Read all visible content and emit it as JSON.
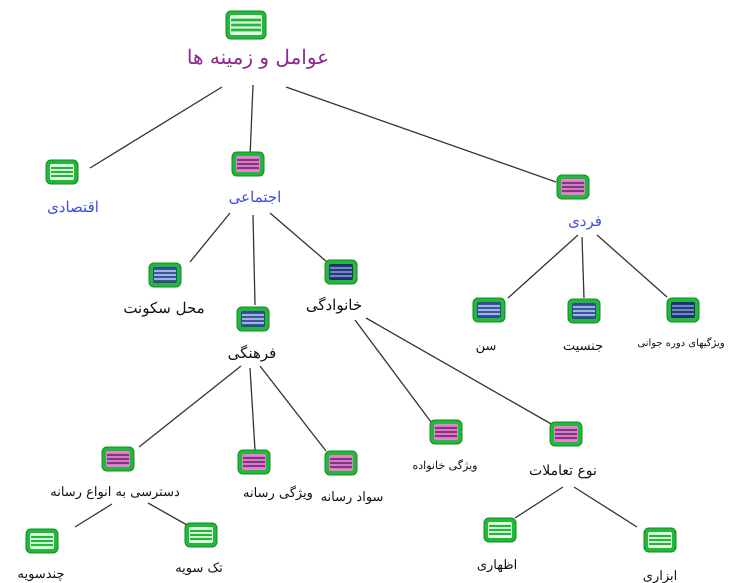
{
  "root": {
    "id": "root",
    "label": "عوامل و زمینه ها",
    "kind": "root"
  },
  "nodes": [
    {
      "id": "n-eqtesadi",
      "label": "اقتصادی",
      "kind": "blue"
    },
    {
      "id": "n-ejtemaei",
      "label": "اجتماعی",
      "kind": "blue"
    },
    {
      "id": "n-fardi",
      "label": "فردی",
      "kind": "blue"
    },
    {
      "id": "n-mahal",
      "label": "محل سکونت",
      "kind": "dark"
    },
    {
      "id": "n-khanevadegi",
      "label": "خانوادگی",
      "kind": "dark"
    },
    {
      "id": "n-farhangi",
      "label": "فرهنگی",
      "kind": "dark"
    },
    {
      "id": "n-sen",
      "label": "سن",
      "kind": "dark"
    },
    {
      "id": "n-jensiat",
      "label": "جنسیت",
      "kind": "dark"
    },
    {
      "id": "n-javani",
      "label": "ویژگیهای دوره جوانی",
      "kind": "dark"
    },
    {
      "id": "n-vijegi-khanevade",
      "label": "ویژگی خانواده",
      "kind": "dark"
    },
    {
      "id": "n-tamolat",
      "label": "نوع تعاملات",
      "kind": "dark"
    },
    {
      "id": "n-dastrasi",
      "label": "دسترسی به انواع رسانه",
      "kind": "dark"
    },
    {
      "id": "n-vijegi-resane",
      "label": "ویژگی رسانه",
      "kind": "dark"
    },
    {
      "id": "n-savad",
      "label": "سواد رسانه",
      "kind": "dark"
    },
    {
      "id": "n-chandsooye",
      "label": "چندسویه",
      "kind": "dark"
    },
    {
      "id": "n-taksooye",
      "label": "تک سویه",
      "kind": "dark"
    },
    {
      "id": "n-ezhari",
      "label": "اظهاری",
      "kind": "dark"
    },
    {
      "id": "n-abzari",
      "label": "ابزاری",
      "kind": "dark"
    }
  ],
  "edges": [
    [
      "root",
      "n-eqtesadi"
    ],
    [
      "root",
      "n-ejtemaei"
    ],
    [
      "root",
      "n-fardi"
    ],
    [
      "n-ejtemaei",
      "n-mahal"
    ],
    [
      "n-ejtemaei",
      "n-farhangi"
    ],
    [
      "n-ejtemaei",
      "n-khanevadegi"
    ],
    [
      "n-fardi",
      "n-sen"
    ],
    [
      "n-fardi",
      "n-jensiat"
    ],
    [
      "n-fardi",
      "n-javani"
    ],
    [
      "n-khanevadegi",
      "n-vijegi-khanevade"
    ],
    [
      "n-khanevadegi",
      "n-tamolat"
    ],
    [
      "n-farhangi",
      "n-dastrasi"
    ],
    [
      "n-farhangi",
      "n-vijegi-resane"
    ],
    [
      "n-farhangi",
      "n-savad"
    ],
    [
      "n-dastrasi",
      "n-chandsooye"
    ],
    [
      "n-dastrasi",
      "n-taksooye"
    ],
    [
      "n-tamolat",
      "n-ezhari"
    ],
    [
      "n-tamolat",
      "n-abzari"
    ]
  ],
  "colors": {
    "edge": "#333333",
    "text_root": "#8b2a8b",
    "text_blue": "#3d4fd6",
    "text_dark": "#111111",
    "box_green_fill": "#22b83a",
    "box_green_inner": "#e8fae8",
    "box_pink_inner": "#e97fd0",
    "box_navy_inner": "#2b3f87"
  },
  "icons": {
    "green": "node-box-green-icon",
    "pink": "node-box-pink-icon",
    "navy": "node-box-navy-icon",
    "dark-navy": "node-box-dark-navy-icon"
  }
}
